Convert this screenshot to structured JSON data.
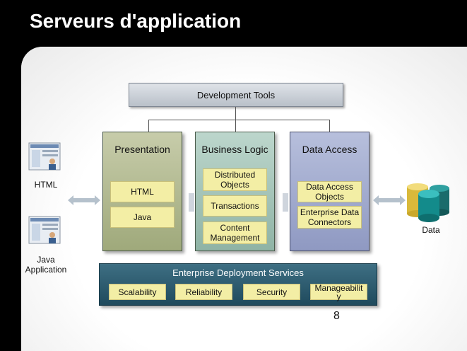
{
  "slide": {
    "title": "Serveurs d'application",
    "page_number": "8"
  },
  "diagram": {
    "dev_tools": "Development Tools",
    "columns": [
      {
        "title": "Presentation",
        "items": [
          "HTML",
          "Java"
        ]
      },
      {
        "title": "Business Logic",
        "items": [
          "Distributed Objects",
          "Transactions",
          "Content Management"
        ]
      },
      {
        "title": "Data Access",
        "items": [
          "Data Access Objects",
          "Enterprise Data Connectors"
        ]
      }
    ],
    "deployment": {
      "title": "Enterprise Deployment Services",
      "items": [
        "Scalability",
        "Reliability",
        "Security",
        "Manageability"
      ]
    },
    "clients": {
      "html_label": "HTML",
      "java_label": "Java Application",
      "data_label": "Data"
    }
  },
  "colors": {
    "presentation": "#b3ba92",
    "business_logic": "#a5c4b8",
    "data_access": "#a3abcf",
    "deployment": "#2f5d70",
    "item_fill": "#f3eea5"
  }
}
